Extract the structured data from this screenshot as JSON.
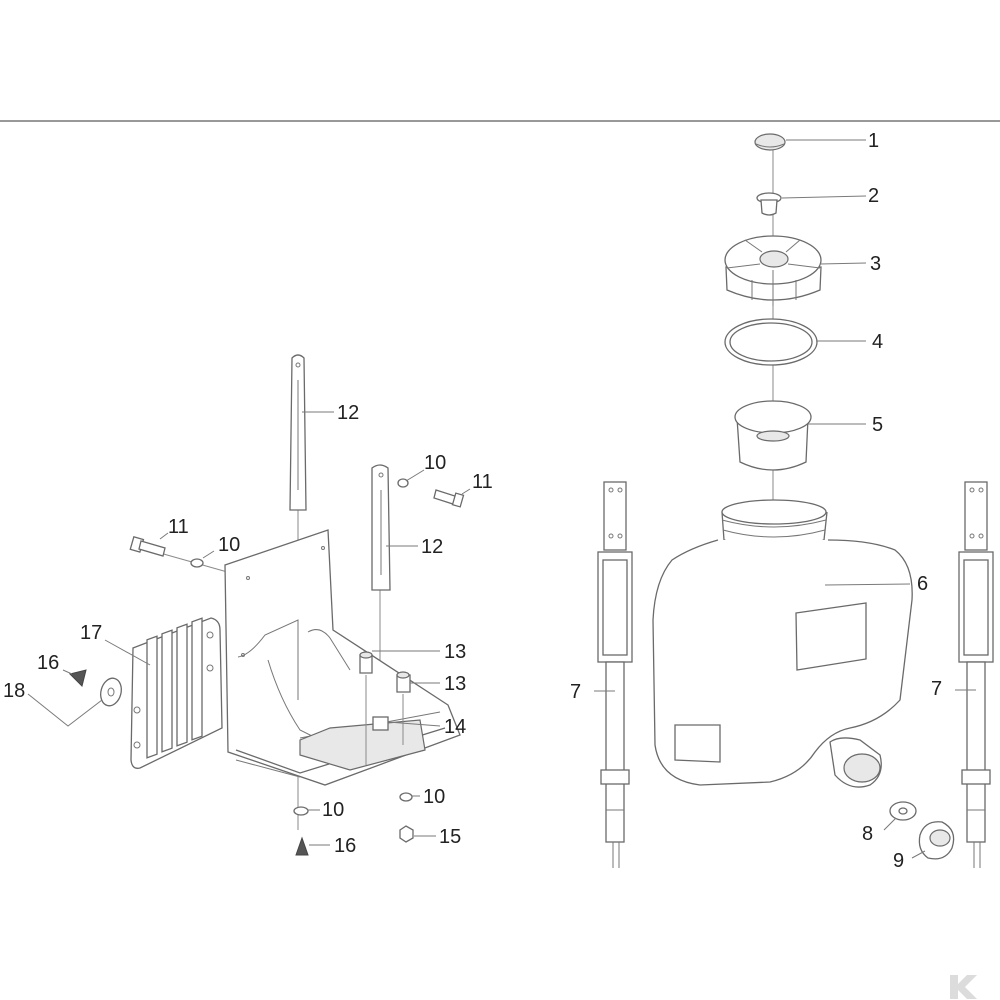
{
  "callouts": {
    "c1": "1",
    "c2": "2",
    "c3": "3",
    "c4": "4",
    "c5": "5",
    "c6": "6",
    "c7a": "7",
    "c7b": "7",
    "c8": "8",
    "c9": "9",
    "c10a": "10",
    "c10b": "10",
    "c10c": "10",
    "c10d": "10",
    "c11a": "11",
    "c11b": "11",
    "c12a": "12",
    "c12b": "12",
    "c13a": "13",
    "c13b": "13",
    "c14": "14",
    "c15": "15",
    "c16a": "16",
    "c16b": "16",
    "c17": "17",
    "c18": "18"
  },
  "colors": {
    "line": "#6a6a6a",
    "text": "#222222",
    "background": "#ffffff"
  },
  "icons": {
    "corner": "brand-logo-icon"
  }
}
